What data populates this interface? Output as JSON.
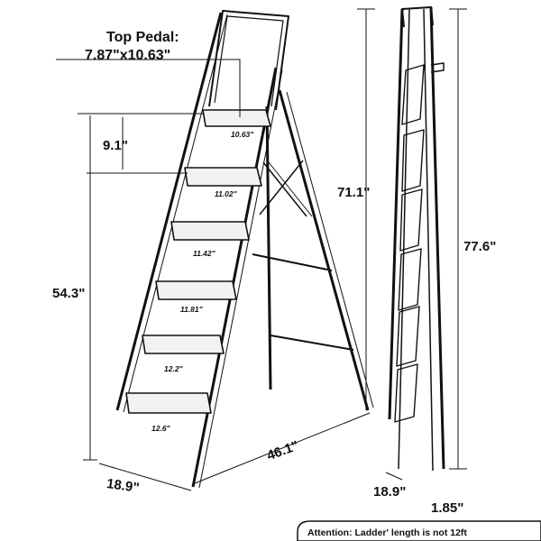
{
  "top_pedal": {
    "title": "Top Pedal:",
    "size": "7.87\"x10.63\""
  },
  "dimensions": {
    "step_gap": "9.1\"",
    "step_height": "54.3\"",
    "ladder_height_open": "71.1\"",
    "ladder_height_folded": "77.6\"",
    "depth_open": "46.1\"",
    "base_width": "18.9\"",
    "base_width_folded": "18.9\"",
    "folded_thickness": "1.85\""
  },
  "step_widths": [
    "10.63\"",
    "11.02\"",
    "11.42\"",
    "11.81\"",
    "12.2\"",
    "12.6\""
  ],
  "notice": {
    "text": "Attention: Ladder' length is not 12ft"
  }
}
